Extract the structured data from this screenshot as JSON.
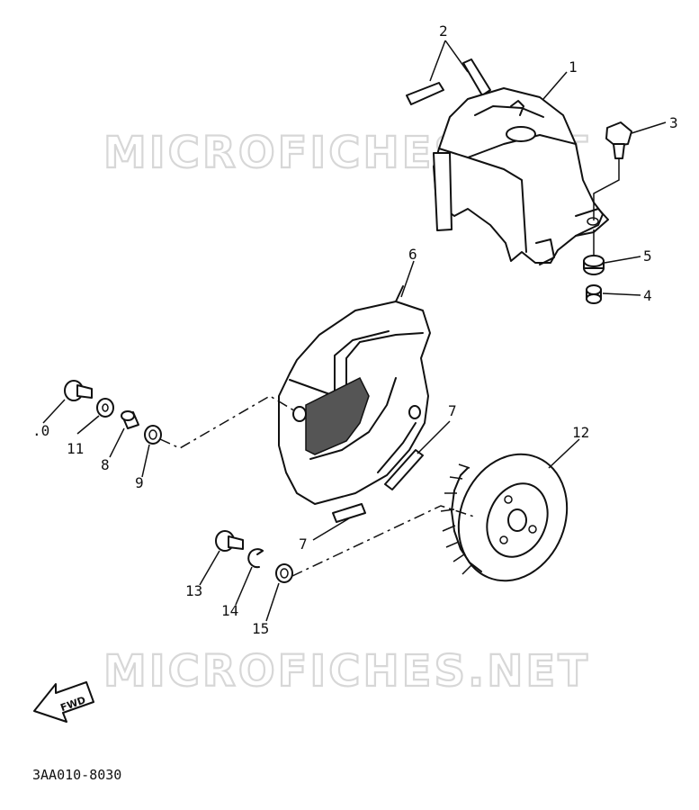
{
  "watermark": "MICROFICHES.NET",
  "drawing_code": "3AA010-8030",
  "fwd_label": "FWD",
  "callouts": [
    {
      "id": "1",
      "text": "1"
    },
    {
      "id": "2",
      "text": "2"
    },
    {
      "id": "3",
      "text": "3"
    },
    {
      "id": "4",
      "text": "4"
    },
    {
      "id": "5",
      "text": "5"
    },
    {
      "id": "6",
      "text": "6"
    },
    {
      "id": "7a",
      "text": "7"
    },
    {
      "id": "7b",
      "text": "7"
    },
    {
      "id": "8",
      "text": "8"
    },
    {
      "id": "9",
      "text": "9"
    },
    {
      "id": "10",
      "text": ".0"
    },
    {
      "id": "11",
      "text": "11"
    },
    {
      "id": "12",
      "text": "12"
    },
    {
      "id": "13",
      "text": "13"
    },
    {
      "id": "14",
      "text": "14"
    },
    {
      "id": "15",
      "text": "15"
    }
  ]
}
